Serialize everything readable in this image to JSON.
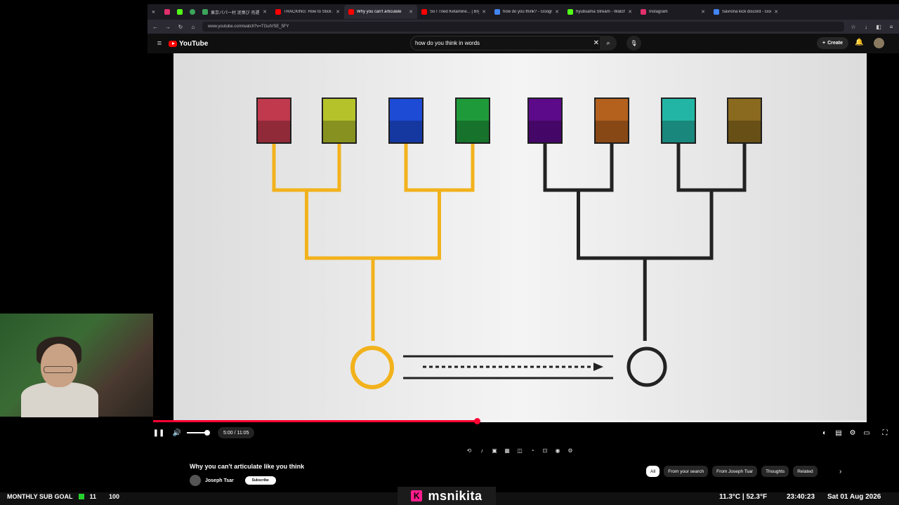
{
  "browser": {
    "tabs": [
      {
        "label": "東京パパ一村 泥臭び 売遅",
        "color": "#3ba55c"
      },
      {
        "label": "TRACKING: How to Stick an",
        "color": "#ff0000"
      },
      {
        "label": "Why you can't articulate",
        "color": "#ff0000",
        "active": true
      },
      {
        "label": "So I Tried Ketamine... | Bryan",
        "color": "#ff0000"
      },
      {
        "label": "how do you think? - Google",
        "color": "#4285f4"
      },
      {
        "label": "hyubsama Stream - Watch Li",
        "color": "#53fc18"
      },
      {
        "label": "Instagram",
        "color": "#e1306c"
      },
      {
        "label": "Savrona kick discord - Goog",
        "color": "#4285f4"
      }
    ],
    "url": "www.youtube.com/watch?v=TGuIVSE_5FY"
  },
  "youtube": {
    "logo_text": "YouTube",
    "search_query": "how do you think in words",
    "create_label": "Create"
  },
  "video": {
    "colors": {
      "accent_yellow": "#f2b21c",
      "progress": "#ff0033"
    },
    "thumbnails_left": [
      "#c0394c",
      "#b5c22a",
      "#1d4bd6",
      "#1f9a3a"
    ],
    "thumbnails_right": [
      "#5c0a8a",
      "#b4611e",
      "#22b5a5",
      "#8a6a1e"
    ],
    "progress_fraction": 0.4535,
    "time": "5:00 / 11:05"
  },
  "below_video": {
    "title": "Why you can't articulate like you think",
    "channel": "Joseph Tsar",
    "subscribe": "Subscribe",
    "chips": [
      "All",
      "From your search",
      "From Joseph Tsar",
      "Thoughts",
      "Related"
    ]
  },
  "overlay": {
    "sub_goal_label": "MONTHLY SUB GOAL",
    "sub_goal_current": "11",
    "sub_goal_target": "100",
    "streamer_name": "msnikita",
    "weather": "11.3°C | 52.3°F",
    "clock": "23:40:23",
    "date": "Sat 01 Aug 2026"
  }
}
